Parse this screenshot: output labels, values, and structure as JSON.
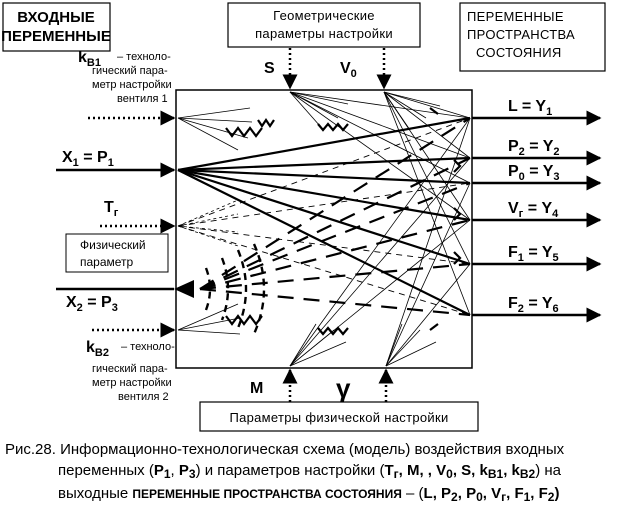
{
  "boxes": {
    "inputs_title_l1": "ВХОДНЫЕ",
    "inputs_title_l2": "ПЕРЕМЕННЫЕ",
    "geometric_l1": "Геометрические",
    "geometric_l2": "параметры настройки",
    "state_l1": "ПЕРЕМЕННЫЕ",
    "state_l2": "ПРОСТРАНСТВА",
    "state_l3": "СОСТОЯНИЯ",
    "physical_param_l1": "Физический",
    "physical_param_l2": "параметр",
    "physical_tuning": "Параметры физической настройки"
  },
  "left_inputs": {
    "kb1": {
      "main": "k",
      "sub": "В1",
      "desc": [
        "– техноло-",
        "гический пара-",
        "метр настройки",
        "вентиля 1"
      ]
    },
    "x1": {
      "main1": "X",
      "sub1": "1",
      "eq": " = P",
      "sub2": "1"
    },
    "tg": {
      "main": "T",
      "sub": "г"
    },
    "x2": {
      "main1": "X",
      "sub1": "2",
      "eq": " = P",
      "sub2": "3"
    },
    "kb2": {
      "main": "k",
      "sub": "В2",
      "desc": [
        "– техноло-",
        "гический пара-",
        "метр настройки",
        "вентиля 2"
      ]
    }
  },
  "top_inputs": {
    "s": "S",
    "v0": {
      "main": "V",
      "sub": "0"
    }
  },
  "bottom_inputs": {
    "m": "M",
    "gamma": "γ"
  },
  "outputs": [
    {
      "a": "L",
      "asub": "",
      "b": " = Y",
      "bsub": "1"
    },
    {
      "a": "P",
      "asub": "2",
      "b": " = Y",
      "bsub": "2"
    },
    {
      "a": "P",
      "asub": "0",
      "b": " = Y",
      "bsub": "3"
    },
    {
      "a": "V",
      "asub": "г",
      "b": " = Y",
      "bsub": "4"
    },
    {
      "a": "F",
      "asub": "1",
      "b": " = Y",
      "bsub": "5"
    },
    {
      "a": "F",
      "asub": "2",
      "b": " = Y",
      "bsub": "6"
    }
  ],
  "caption": {
    "line1": "Рис.28. Информационно-технологическая схема (модель) воздействия входных",
    "line2_a": "переменных (",
    "line2_p1": "P",
    "line2_p1s": "1",
    "line2_comma": ", ",
    "line2_p3": "P",
    "line2_p3s": "3",
    "line2_b": ") и параметров настройки (",
    "line2_tr": "T",
    "line2_trs": "г",
    "line2_rest": ", M, , V",
    "line2_v0s": "0",
    "line2_rest2": ", S, k",
    "line2_kb1s": "В1",
    "line2_rest3": ", k",
    "line2_kb2s": "В2",
    "line2_end": ") на",
    "line3_a": "выходные ",
    "line3_b": "ПЕРЕМЕННЫЕ ПРОСТРАНСТВА СОСТОЯНИЯ",
    "line3_c": " – (",
    "line3_vars": "L, P",
    "line3_s1": "2",
    "line3_v2": ", P",
    "line3_s2": "0",
    "line3_v3": ", V",
    "line3_s3": "г",
    "line3_v4": ", F",
    "line3_s4": "1",
    "line3_v5": ", F",
    "line3_s5": "2",
    "line3_end": ")"
  }
}
